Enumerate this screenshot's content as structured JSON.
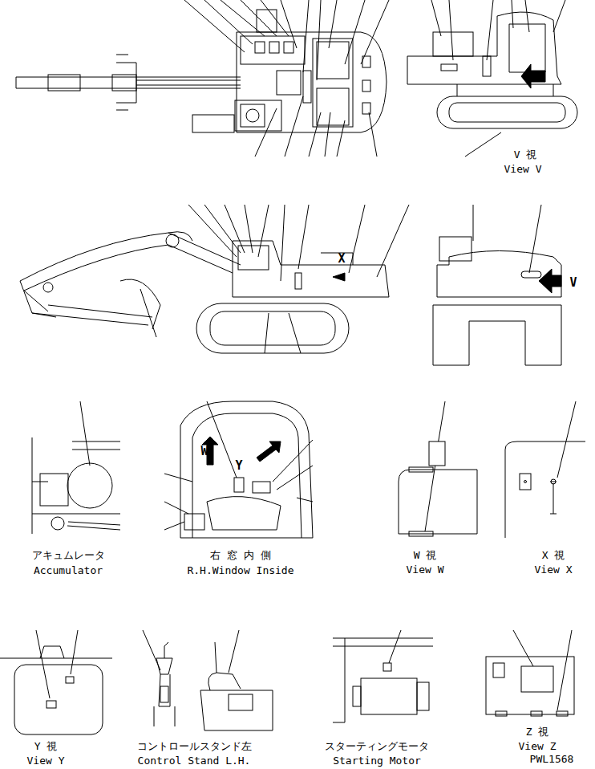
{
  "diagram": {
    "labels": [
      "V 視",
      "View V",
      "X",
      "V",
      "W",
      "Y",
      "アキュムレータ",
      "Accumulator",
      "右 窓 内 側",
      "R.H.Window Inside",
      "W 視",
      "View W",
      "X 視",
      "View X",
      "Y 視",
      "View Y",
      "コントロールスタンド左",
      "Control Stand L.H.",
      "スターティングモータ",
      "Starting Motor",
      "Z 視",
      "View Z",
      "PWL1568"
    ]
  }
}
